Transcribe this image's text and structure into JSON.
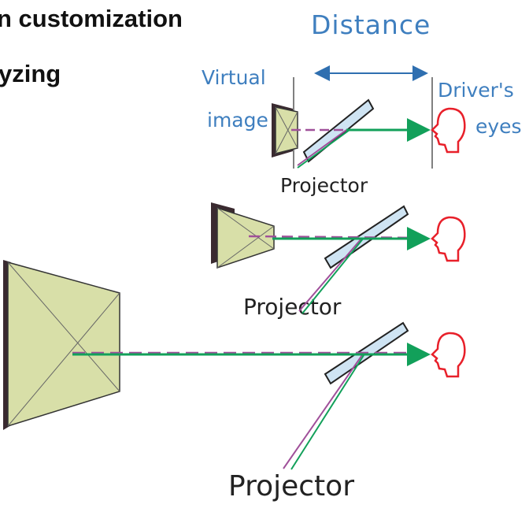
{
  "heading": {
    "line1": "n customization",
    "line2": "yzing"
  },
  "diagram": {
    "distance_label": "Distance",
    "virtual_image_label_line1": "Virtual",
    "virtual_image_label_line2": "image",
    "drivers_eyes_label_line1": "Driver's",
    "drivers_eyes_label_line2": "eyes",
    "projector_labels": [
      "Projector",
      "Projector",
      "Projector"
    ]
  },
  "colors": {
    "label_blue": "#3f7fbf",
    "arrow_blue": "#2f6fb0",
    "beam_green": "#12a05a",
    "beam_purple": "#a0509a",
    "head_red": "#e8202a",
    "image_fill": "#d8dfa8",
    "combiner_fill": "#cfe4f3"
  }
}
